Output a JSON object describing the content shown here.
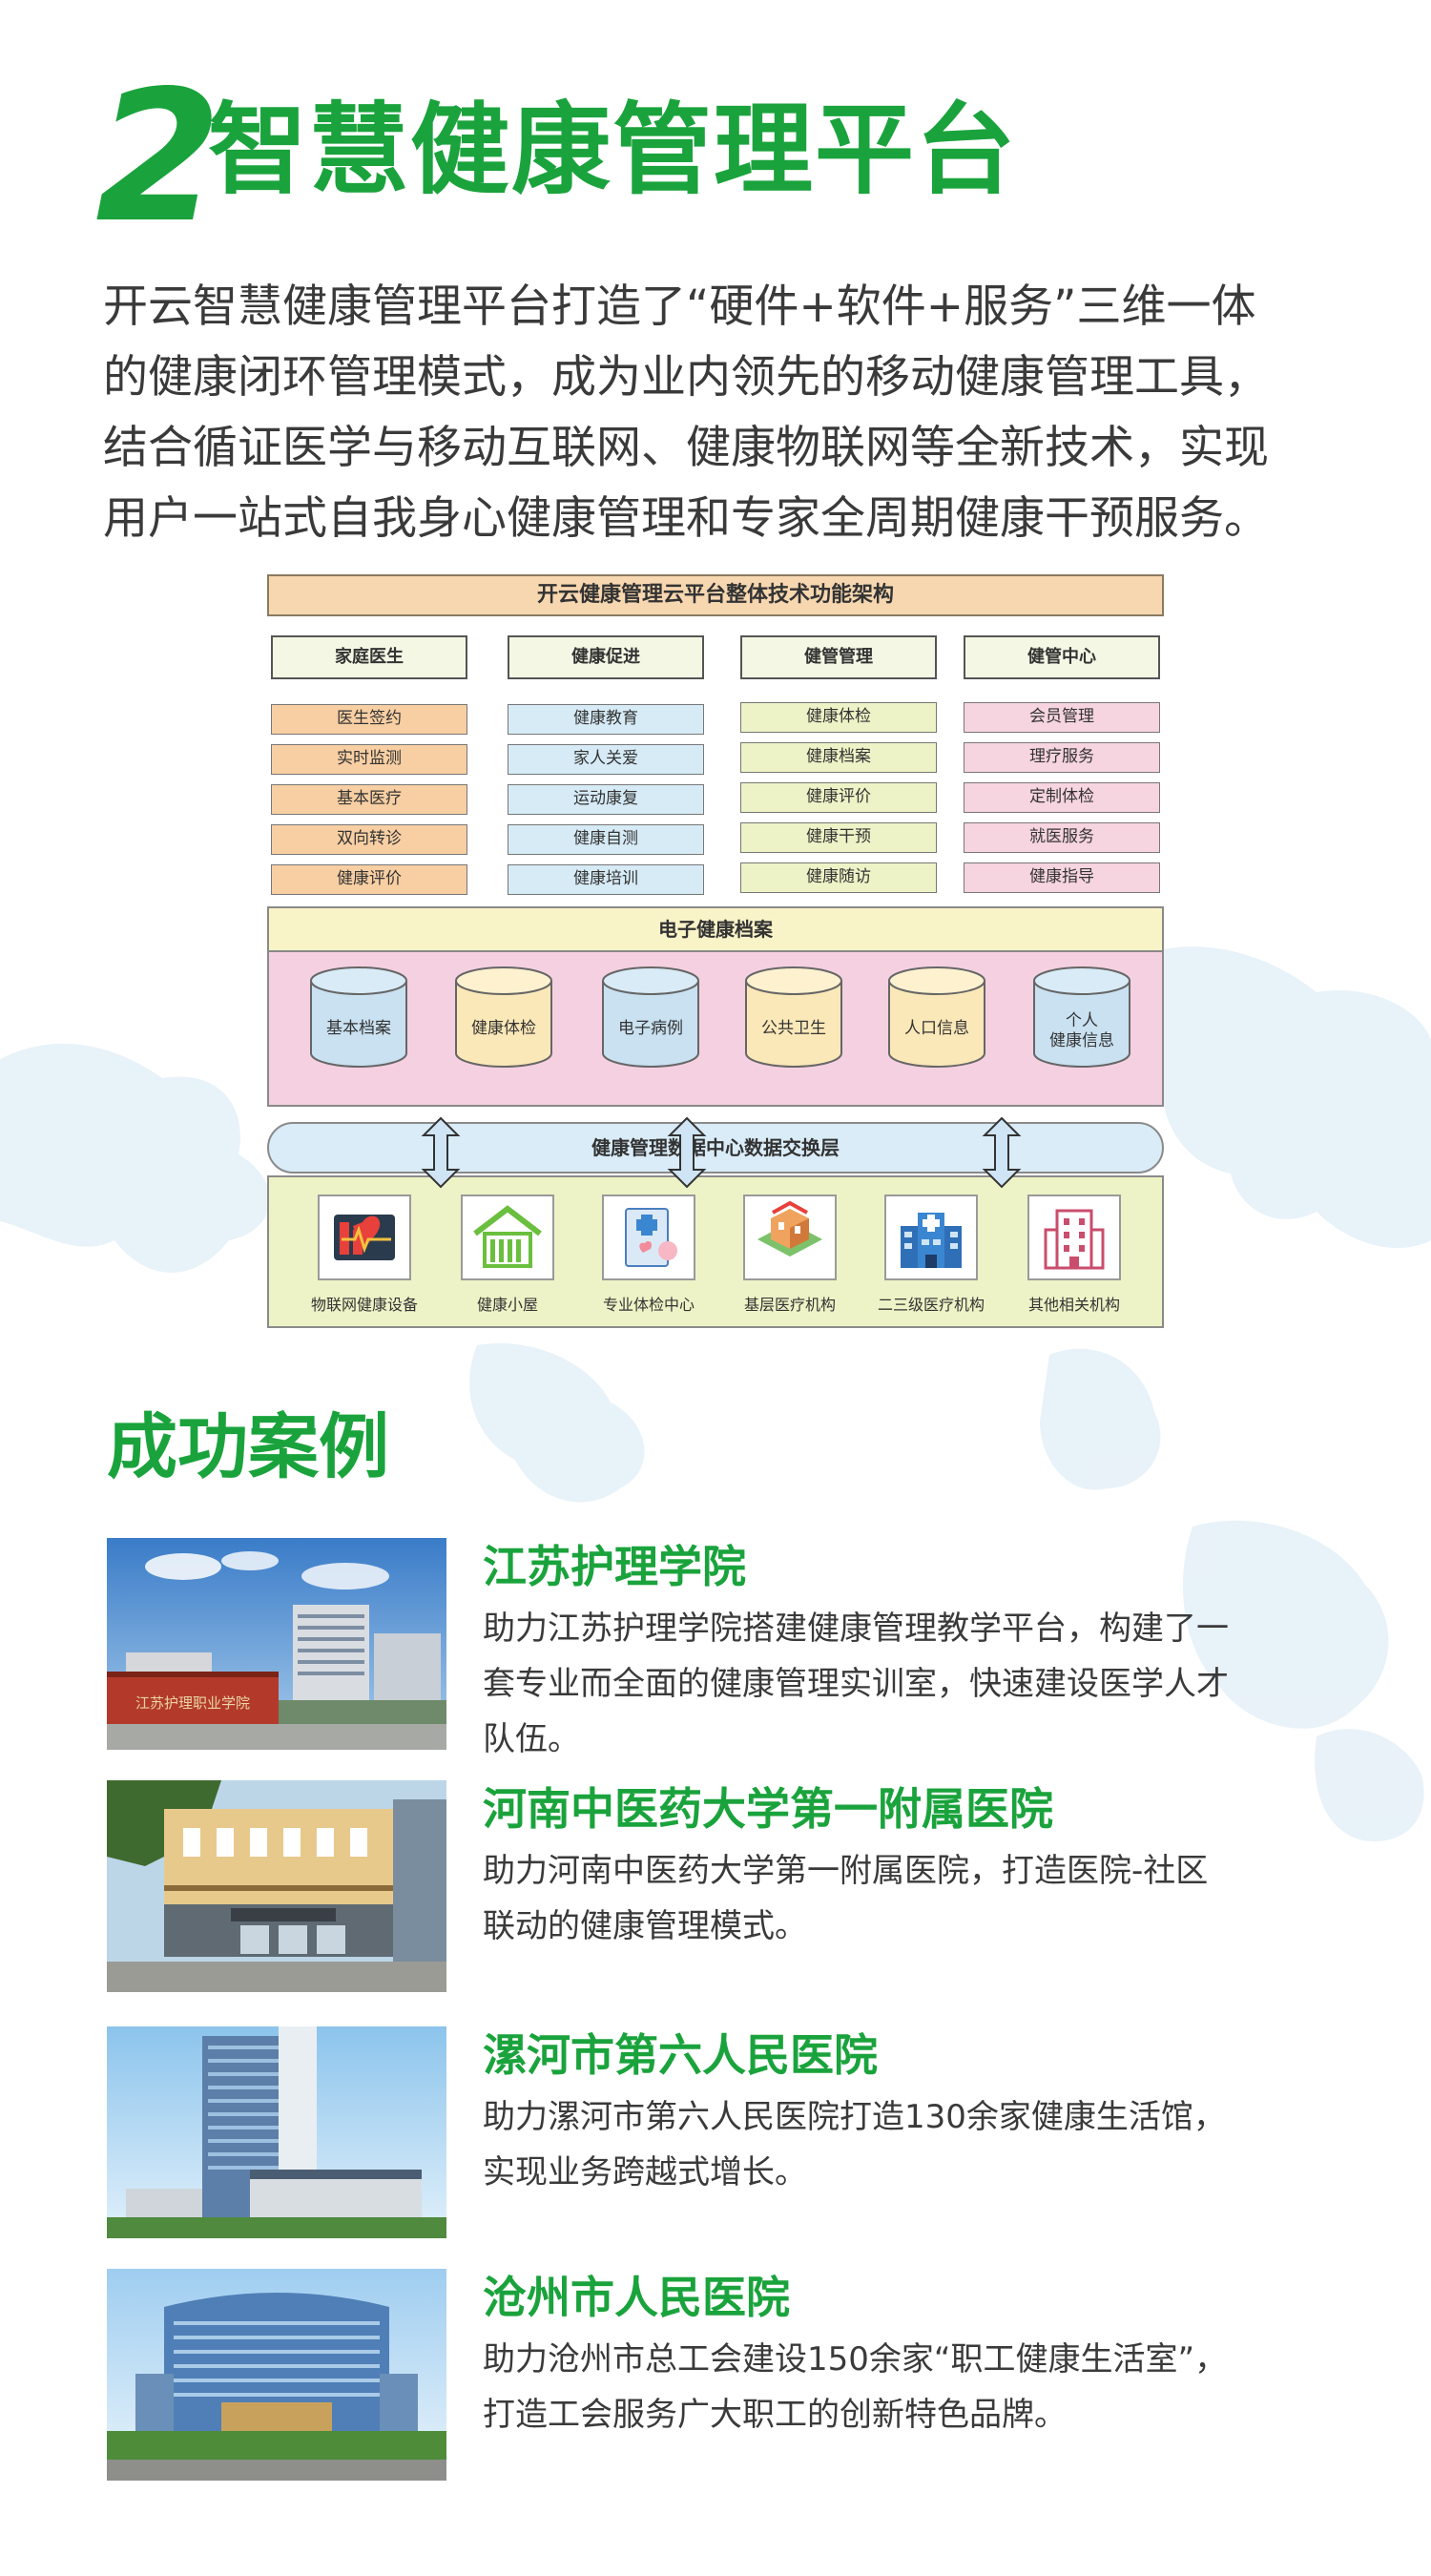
{
  "header": {
    "number": "2",
    "title": "智慧健康管理平台"
  },
  "intro": [
    "开云智慧健康管理平台打造了“硬件+软件+服务”三维一体",
    "的健康闭环管理模式，成为业内领先的移动健康管理工具，",
    "结合循证医学与移动互联网、健康物联网等全新技术，实现",
    "用户一站式自我身心健康管理和专家全周期健康干预服务。"
  ],
  "architecture": {
    "title": "开云健康管理云平台整体技术功能架构",
    "columns": [
      {
        "label": "家庭医生",
        "items": [
          "医生签约",
          "实时监测",
          "基本医疗",
          "双向转诊",
          "健康评价"
        ]
      },
      {
        "label": "健康促进",
        "items": [
          "健康教育",
          "家人关爱",
          "运动康复",
          "健康自测",
          "健康培训"
        ]
      },
      {
        "label": "健管管理",
        "items": [
          "健康体检",
          "健康档案",
          "健康评价",
          "健康干预",
          "健康随访"
        ]
      },
      {
        "label": "健管中心",
        "items": [
          "会员管理",
          "理疗服务",
          "定制体检",
          "就医服务",
          "健康指导"
        ]
      }
    ],
    "ehr": {
      "title": "电子健康档案",
      "cylinders": [
        "基本档案",
        "健康体检",
        "电子病例",
        "公共卫生",
        "人口信息",
        "个人\n健康信息"
      ]
    },
    "exchange_layer": "健康管理数据中心数据交换层",
    "institutions": [
      "物联网健康设备",
      "健康小屋",
      "专业体检中心",
      "基层医疗机构",
      "二三级医疗机构",
      "其他相关机构"
    ]
  },
  "cases": {
    "title": "成功案例",
    "items": [
      {
        "name": "江苏护理学院",
        "desc": [
          "助力江苏护理学院搭建健康管理教学平台，构建了一",
          "套专业而全面的健康管理实训室，快速建设医学人才",
          "队伍。"
        ],
        "sign": "江苏护理职业学院"
      },
      {
        "name": "河南中医药大学第一附属医院",
        "desc": [
          "助力河南中医药大学第一附属医院，打造医院-社区",
          "联动的健康管理模式。"
        ]
      },
      {
        "name": "漯河市第六人民医院",
        "desc": [
          "助力漯河市第六人民医院打造130余家健康生活馆，",
          "实现业务跨越式增长。"
        ]
      },
      {
        "name": "沧州市人民医院",
        "desc": [
          "助力沧州市总工会建设150余家“职工健康生活室”，",
          "打造工会服务广大职工的创新特色品牌。"
        ]
      }
    ]
  },
  "colors": {
    "brand_green": "#1aa33c",
    "peach": "#f8cfa3",
    "blue": "#d6ebf6",
    "green": "#edf3c6",
    "pink": "#f6d4e0"
  }
}
